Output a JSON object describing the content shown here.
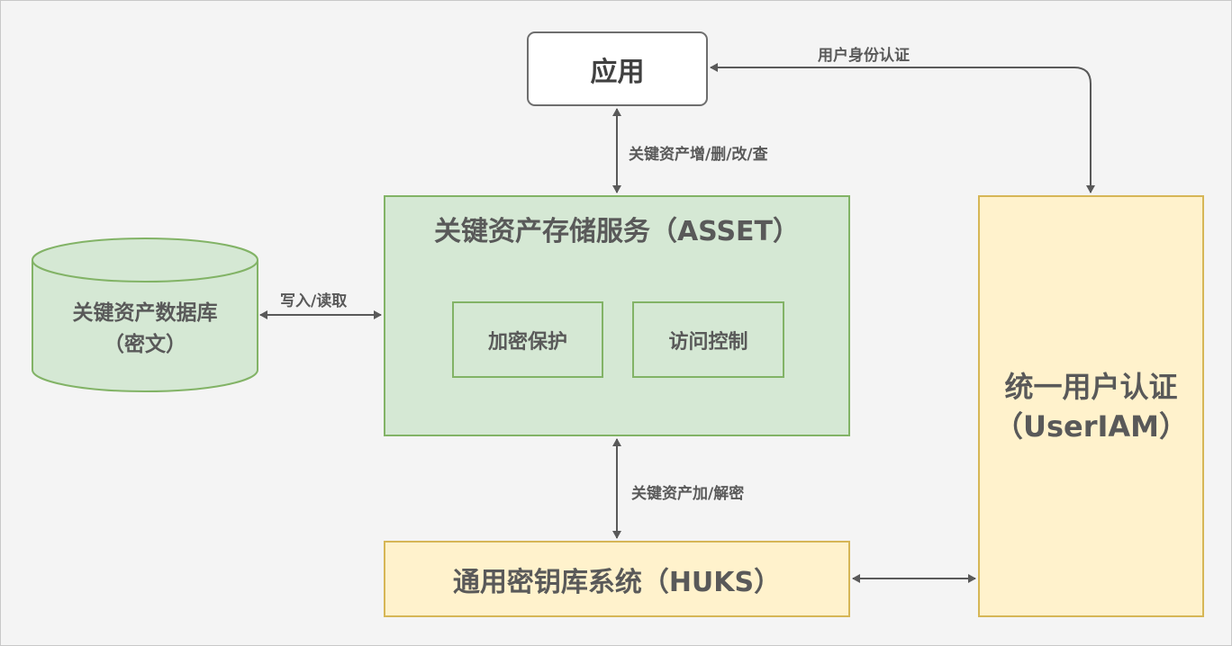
{
  "nodes": {
    "app": "应用",
    "asset": "关键资产存储服务（ASSET）",
    "encrypt": "加密保护",
    "access": "访问控制",
    "huks": "通用密钥库系统（HUKS）",
    "iam_line1": "统一用户认证",
    "iam_line2": "（UserIAM）",
    "db_line1": "关键资产数据库",
    "db_line2": "（密文）"
  },
  "edges": {
    "user_auth": "用户身份认证",
    "crud": "关键资产增/删/改/查",
    "read_write": "写入/读取",
    "enc_dec": "关键资产加/解密"
  },
  "colors": {
    "green_fill": "#d5e8d4",
    "green_stroke": "#82b366",
    "yellow_fill": "#fff2cc",
    "yellow_stroke": "#d6b656",
    "arrow": "#595959"
  }
}
